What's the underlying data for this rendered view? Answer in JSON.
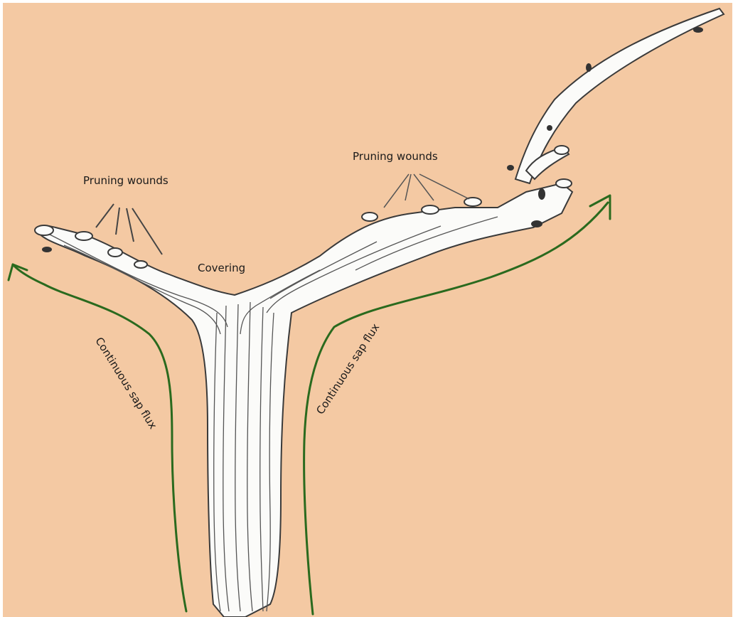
{
  "labels": {
    "pruning_wounds_left": "Pruning wounds",
    "pruning_wounds_right": "Pruning wounds",
    "covering": "Covering",
    "sap_flux_left": "Continuous sap flux",
    "sap_flux_right": "Continuous sap flux"
  },
  "colors": {
    "background": "#f4c9a3",
    "trunk_fill": "#fbfbf9",
    "trunk_line": "#3a3a3a",
    "arrow": "#2a6a1e"
  }
}
